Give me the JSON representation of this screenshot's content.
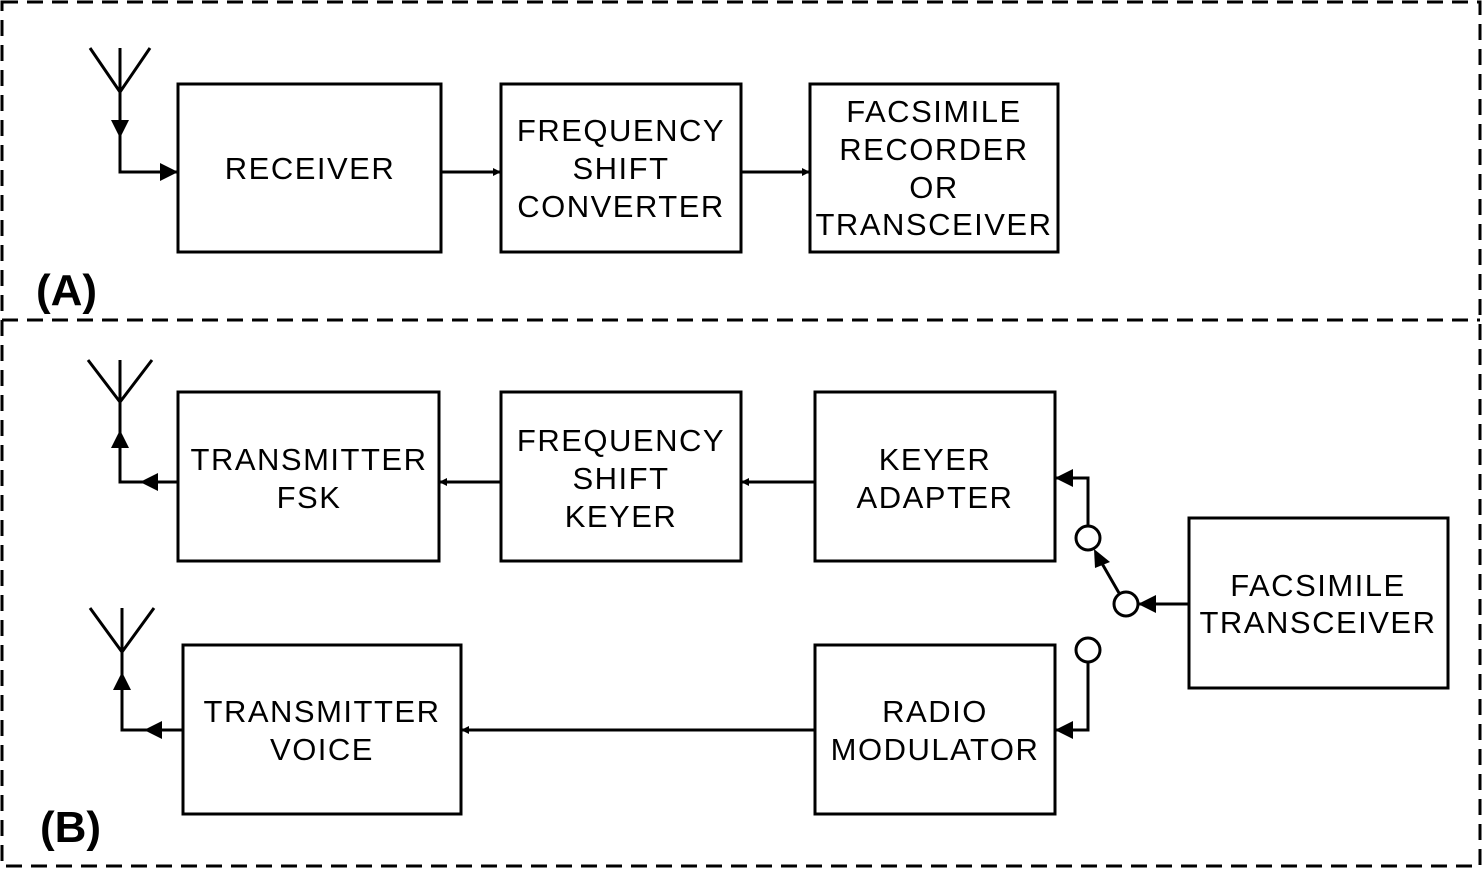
{
  "panels": {
    "a_label": "(A)",
    "b_label": "(B)"
  },
  "blocks": {
    "receiver": [
      "RECEIVER"
    ],
    "fs_converter": [
      "FREQUENCY",
      "SHIFT",
      "CONVERTER"
    ],
    "fax_recorder": [
      "FACSIMILE",
      "RECORDER",
      "OR",
      "TRANSCEIVER"
    ],
    "transmitter_fsk": [
      "TRANSMITTER",
      "FSK"
    ],
    "fs_keyer": [
      "FREQUENCY",
      "SHIFT",
      "KEYER"
    ],
    "keyer_adapter": [
      "KEYER",
      "ADAPTER"
    ],
    "fax_transceiver": [
      "FACSIMILE",
      "TRANSCEIVER"
    ],
    "transmitter_voice": [
      "TRANSMITTER",
      "VOICE"
    ],
    "radio_modulator": [
      "RADIO",
      "MODULATOR"
    ]
  }
}
